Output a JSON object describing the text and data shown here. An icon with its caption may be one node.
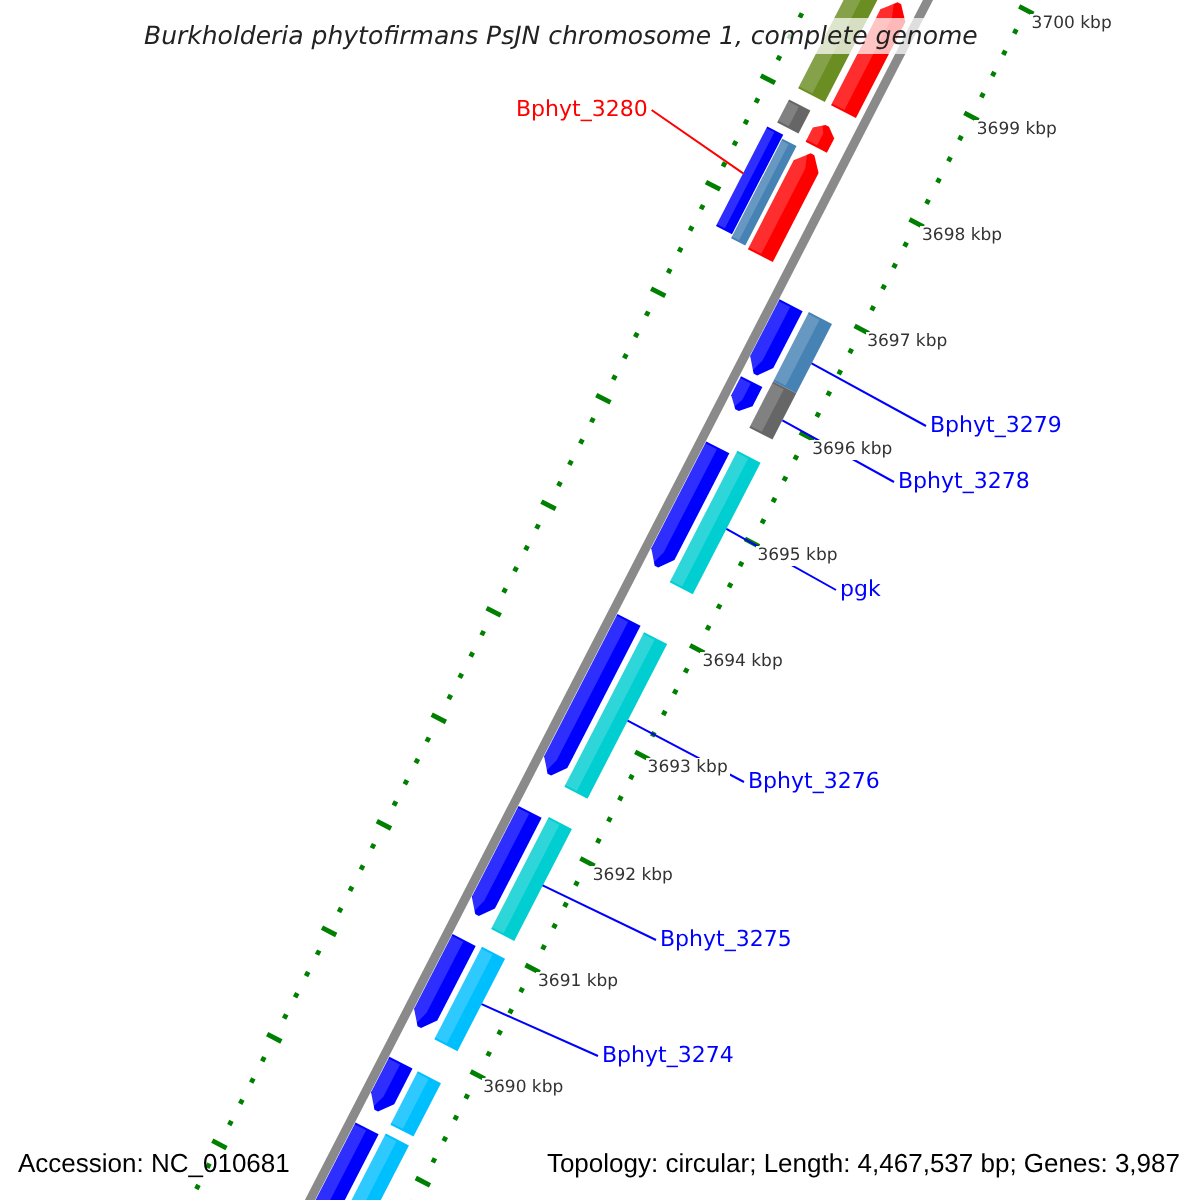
{
  "diagram": {
    "title": "Burkholderia phytofirmans PsJN chromosome 1, complete genome",
    "nodes": [
      {
        "text": [
          "Bphyt_3280"
        ]
      },
      {
        "text": [
          "Bphyt_3279"
        ]
      },
      {
        "text": [
          "Bphyt_3278"
        ]
      },
      {
        "text": [
          "pgk"
        ]
      },
      {
        "text": [
          "Bphyt_3276"
        ]
      },
      {
        "text": [
          "Bphyt_3275"
        ]
      },
      {
        "text": [
          "Bphyt_3274"
        ]
      },
      {
        "text": [],
        "shape": "bar"
      },
      {
        "text": [],
        "shape": "bar"
      },
      {
        "text": [],
        "shape": "bar"
      },
      {
        "text": [],
        "shape": "bar"
      },
      {
        "text": [],
        "shape": "bar"
      },
      {
        "text": [],
        "shape": "bar"
      },
      {
        "text": [],
        "shape": "bar"
      }
    ],
    "edges": [
      {
        "from": 0,
        "to": 7,
        "arrow": "none",
        "color": "#ff0000"
      },
      {
        "from": 1,
        "to": 8,
        "arrow": "none"
      },
      {
        "from": 2,
        "to": 9,
        "arrow": "none"
      },
      {
        "from": 3,
        "to": 10,
        "arrow": "none"
      },
      {
        "from": 4,
        "to": 11,
        "arrow": "none"
      },
      {
        "from": 5,
        "to": 12,
        "arrow": "none"
      },
      {
        "from": 6,
        "to": 13,
        "arrow": "none"
      }
    ],
    "labels": [
      "3700 kbp",
      "3699 kbp",
      "3698 kbp",
      "3697 kbp",
      "3696 kbp",
      "3695 kbp",
      "3694 kbp",
      "3693 kbp",
      "3692 kbp",
      "3691 kbp",
      "3690 kbp",
      "Accession: NC_010681",
      "Topology: circular; Length: 4,467,537 bp; Genes: 3,987"
    ]
  }
}
